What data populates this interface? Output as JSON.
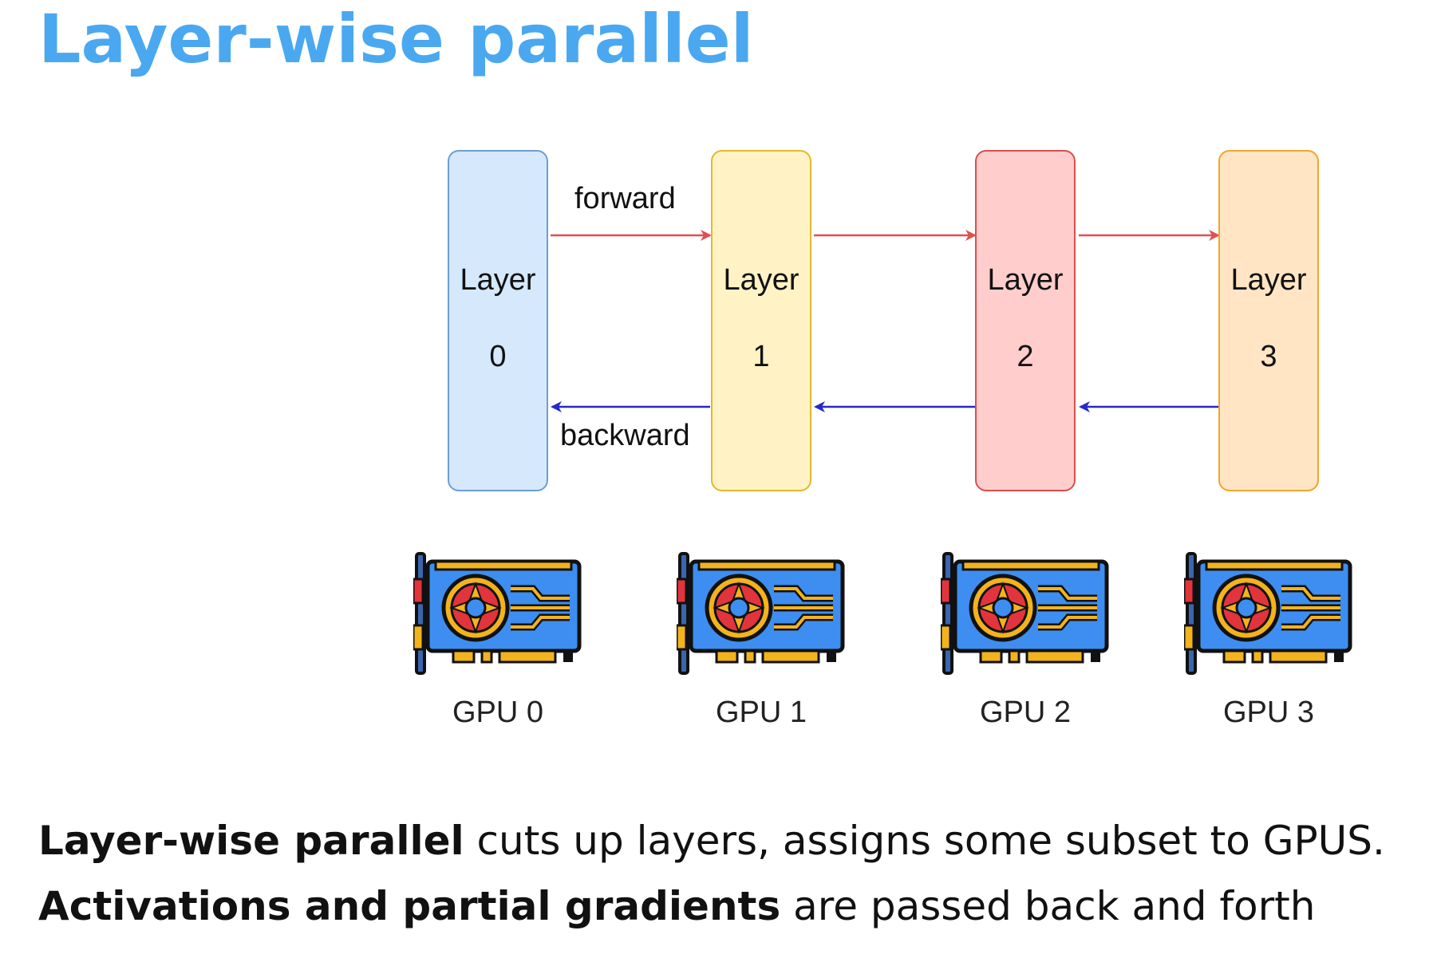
{
  "title": "Layer-wise parallel",
  "diagram": {
    "edge_labels": {
      "forward": "forward",
      "backward": "backward"
    },
    "layers": [
      {
        "word": "Layer",
        "num": "0",
        "fill": "#d5e8fc",
        "stroke": "#6c9ed6"
      },
      {
        "word": "Layer",
        "num": "1",
        "fill": "#fff2c4",
        "stroke": "#e0b92e"
      },
      {
        "word": "Layer",
        "num": "2",
        "fill": "#ffcdcc",
        "stroke": "#d6504f"
      },
      {
        "word": "Layer",
        "num": "3",
        "fill": "#ffe5c4",
        "stroke": "#f0a52e"
      }
    ],
    "gpus": [
      "GPU 0",
      "GPU 1",
      "GPU 2",
      "GPU 3"
    ],
    "colors": {
      "forward_arrow": "#e05050",
      "backward_arrow": "#2828c8"
    },
    "gpu_icon": "graphics-card-icon"
  },
  "caption": {
    "line1_bold": "Layer-wise parallel",
    "line1_rest": " cuts up layers, assigns some subset to GPUS.",
    "line2_bold": "Activations and partial gradients",
    "line2_rest": " are passed back and forth"
  }
}
